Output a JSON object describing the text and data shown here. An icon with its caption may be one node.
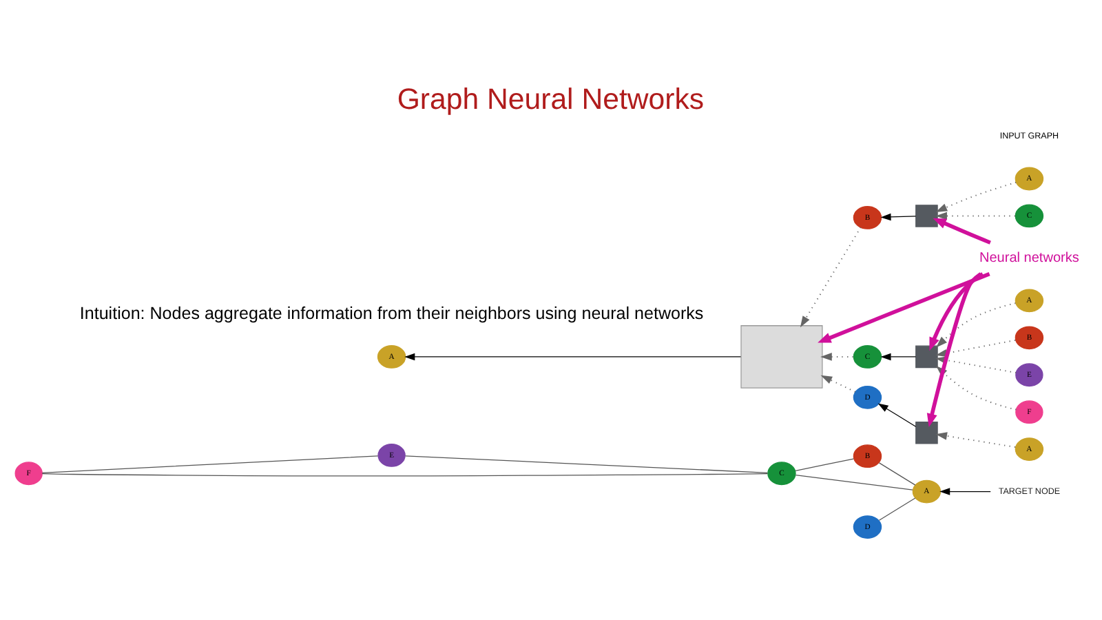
{
  "diagram": {
    "title": "Graph Neural Networks",
    "caption": "Intuition: Nodes aggregate information from their neighbors using neural networks",
    "nodes": [
      {
        "text": [
          "TARGET NODE"
        ]
      },
      {
        "text": [
          "A"
        ]
      },
      {
        "text": [
          "B"
        ]
      },
      {
        "text": [
          "C"
        ]
      },
      {
        "text": [
          "D"
        ]
      },
      {
        "text": [
          "E"
        ]
      },
      {
        "text": [
          "F"
        ]
      },
      {
        "text": [
          "A"
        ]
      },
      {
        "text": [],
        "shape": "box"
      },
      {
        "text": [
          "B"
        ]
      },
      {
        "text": [
          "C"
        ]
      },
      {
        "text": [
          "D"
        ]
      },
      {
        "text": [],
        "shape": "box"
      },
      {
        "text": [],
        "shape": "box"
      },
      {
        "text": [],
        "shape": "box"
      },
      {
        "text": [
          "A"
        ]
      },
      {
        "text": [
          "C"
        ]
      },
      {
        "text": [
          "A"
        ]
      },
      {
        "text": [
          "B"
        ]
      },
      {
        "text": [
          "E"
        ]
      },
      {
        "text": [
          "F"
        ]
      },
      {
        "text": [
          "A"
        ]
      },
      {
        "text": [
          "Neural networks"
        ]
      }
    ],
    "edges": [
      {
        "from": 0,
        "to": 1,
        "arrow": "to",
        "color": "#000000"
      },
      {
        "from": 1,
        "to": 2,
        "arrow": "none"
      },
      {
        "from": 1,
        "to": 3,
        "arrow": "none"
      },
      {
        "from": 1,
        "to": 4,
        "arrow": "none"
      },
      {
        "from": 2,
        "to": 3,
        "arrow": "none"
      },
      {
        "from": 3,
        "to": 5,
        "arrow": "none"
      },
      {
        "from": 3,
        "to": 6,
        "arrow": "none"
      },
      {
        "from": 5,
        "to": 6,
        "arrow": "none"
      },
      {
        "from": 8,
        "to": 7,
        "arrow": "to",
        "color": "#000000"
      },
      {
        "from": 9,
        "to": 8,
        "arrow": "to",
        "style": "dashed"
      },
      {
        "from": 10,
        "to": 8,
        "arrow": "to",
        "style": "dashed"
      },
      {
        "from": 11,
        "to": 8,
        "arrow": "to",
        "style": "dashed"
      },
      {
        "from": 12,
        "to": 9,
        "arrow": "to",
        "color": "#000000"
      },
      {
        "from": 13,
        "to": 10,
        "arrow": "to",
        "color": "#000000"
      },
      {
        "from": 14,
        "to": 11,
        "arrow": "to",
        "color": "#000000"
      },
      {
        "from": 15,
        "to": 12,
        "arrow": "to",
        "style": "dashed"
      },
      {
        "from": 16,
        "to": 12,
        "arrow": "to",
        "style": "dashed"
      },
      {
        "from": 17,
        "to": 13,
        "arrow": "to",
        "style": "dashed"
      },
      {
        "from": 18,
        "to": 13,
        "arrow": "to",
        "style": "dashed"
      },
      {
        "from": 19,
        "to": 13,
        "arrow": "to",
        "style": "dashed"
      },
      {
        "from": 20,
        "to": 13,
        "arrow": "to",
        "style": "dashed"
      },
      {
        "from": 21,
        "to": 14,
        "arrow": "to",
        "style": "dashed"
      },
      {
        "from": 22,
        "to": 8,
        "arrow": "to",
        "style": "thick",
        "color": "#d0109b"
      },
      {
        "from": 22,
        "to": 12,
        "arrow": "to",
        "style": "thick",
        "color": "#d0109b"
      },
      {
        "from": 22,
        "to": 13,
        "arrow": "to",
        "style": "thick",
        "color": "#d0109b"
      },
      {
        "from": 22,
        "to": 14,
        "arrow": "to",
        "style": "thick",
        "color": "#d0109b"
      }
    ],
    "labels": [
      "INPUT GRAPH"
    ]
  }
}
